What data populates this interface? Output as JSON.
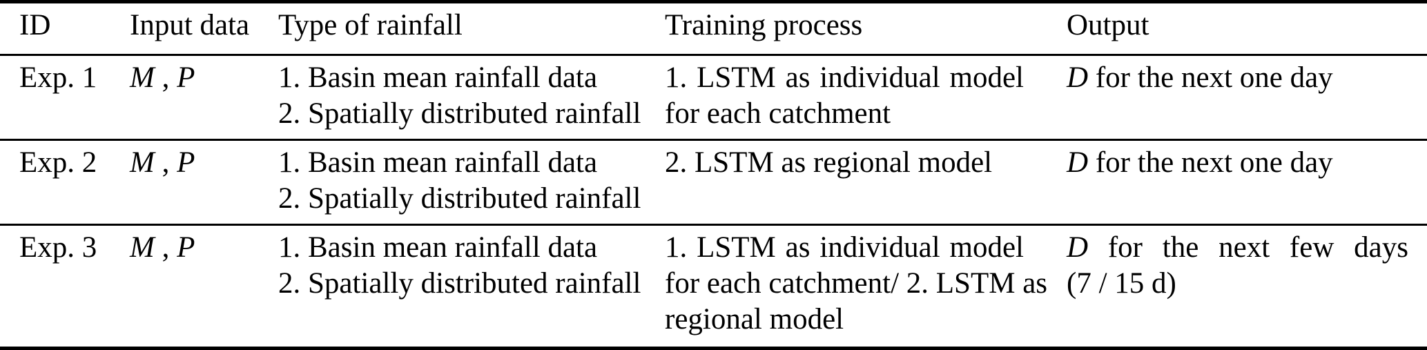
{
  "page": {
    "background_color": "#ffffff",
    "text_color": "#000000",
    "rule_color": "#000000"
  },
  "table": {
    "columns": [
      "ID",
      "Input data",
      "Type of rainfall",
      "Training process",
      "Output"
    ],
    "rows": [
      {
        "id": "Exp. 1",
        "input": {
          "var1": "M",
          "sep": " , ",
          "var2": "P"
        },
        "rainfall": [
          "1. Basin mean rainfall data",
          "2. Spatially distributed rainfall"
        ],
        "training": [
          "1. LSTM as individual model",
          "for each catchment"
        ],
        "output": [
          {
            "var": "D",
            "text": " for the next one day"
          }
        ]
      },
      {
        "id": "Exp. 2",
        "input": {
          "var1": "M",
          "sep": " , ",
          "var2": "P"
        },
        "rainfall": [
          "1. Basin mean rainfall data",
          "2. Spatially distributed rainfall"
        ],
        "training": [
          "2. LSTM as regional model"
        ],
        "output": [
          {
            "var": "D",
            "text": " for the next one day"
          }
        ]
      },
      {
        "id": "Exp. 3",
        "input": {
          "var1": "M",
          "sep": " , ",
          "var2": "P"
        },
        "rainfall": [
          "1. Basin mean rainfall data",
          "2. Spatially distributed rainfall"
        ],
        "training": [
          "1. LSTM as individual model",
          "for each catchment/ 2. LSTM as",
          "regional model"
        ],
        "output": [
          {
            "var": "D",
            "text": " for the next few days"
          },
          {
            "text": "(7 / 15 d)"
          }
        ]
      }
    ]
  }
}
